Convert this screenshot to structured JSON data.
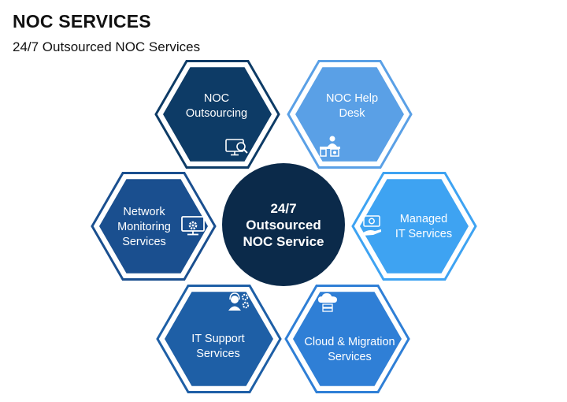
{
  "header": {
    "title": "NOC SERVICES",
    "subtitle": "24/7 Outsourced NOC Services"
  },
  "center": {
    "line1": "24/7",
    "line2": "Outsourced",
    "line3": "NOC Service",
    "color": "#0b2a4a"
  },
  "services": [
    {
      "line1": "NOC",
      "line2": "Outsourcing",
      "line3": "",
      "icon": "monitor-search-icon",
      "color": "#0d3b66"
    },
    {
      "line1": "NOC Help",
      "line2": "Desk",
      "line3": "",
      "icon": "help-desk-icon",
      "color": "#5aa0e6"
    },
    {
      "line1": "Managed",
      "line2": "IT Services",
      "line3": "",
      "icon": "managed-hand-gear-icon",
      "color": "#3ea3f2"
    },
    {
      "line1": "Cloud & Migration",
      "line2": "Services",
      "line3": "",
      "icon": "cloud-server-icon",
      "color": "#2f7fd6"
    },
    {
      "line1": "IT Support",
      "line2": "Services",
      "line3": "",
      "icon": "support-agent-icon",
      "color": "#1e5fa6"
    },
    {
      "line1": "Network",
      "line2": "Monitoring",
      "line3": "Services",
      "icon": "monitor-gear-icon",
      "color": "#1a4f8f"
    }
  ]
}
